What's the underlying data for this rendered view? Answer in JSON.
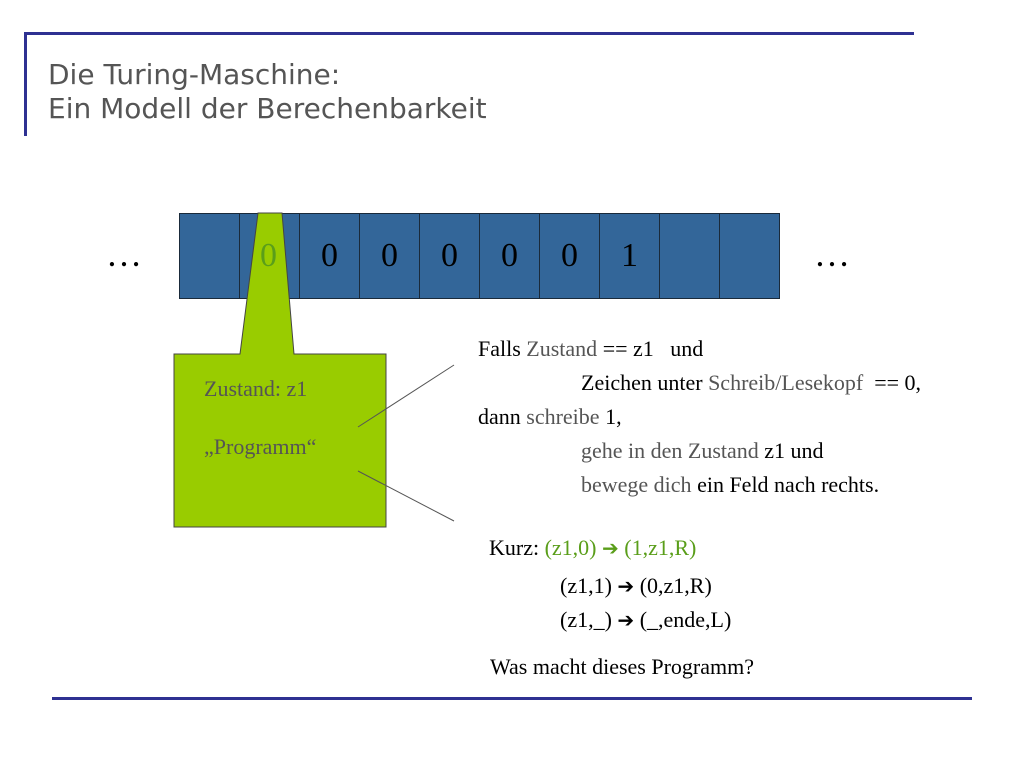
{
  "title": {
    "line1": "Die Turing-Maschine:",
    "line2": "Ein Modell der Berechenbarkeit"
  },
  "tape": {
    "left_dots": "…",
    "right_dots": "…",
    "cells": [
      "",
      "0",
      "0",
      "0",
      "0",
      "0",
      "0",
      "1",
      "",
      ""
    ],
    "head_position": 1
  },
  "head_box": {
    "state": "Zustand: z1",
    "program": "„Programm“"
  },
  "rule_text": {
    "l1_a": "Falls ",
    "l1_b": "Zustand",
    "l1_c": " == z1   und",
    "l2_a": "Zeichen unter ",
    "l2_b": "Schreib/Lesekopf",
    "l2_c": "  == 0,",
    "l3_a": "dann ",
    "l3_b": "schreibe",
    "l3_c": " 1,",
    "l4_a": "gehe in den Zustand",
    "l4_b": " z1 und",
    "l5_a": "bewege dich",
    "l5_b": " ein Feld nach rechts."
  },
  "short": {
    "label": "Kurz: ",
    "r1_left": "(z1,0) ",
    "r1_right": " (1,z1,R)",
    "r2_left": "(z1,1) ",
    "r2_right": " (0,z1,R)",
    "r3_left": "(z1,_) ",
    "r3_right": " (_,ende,L)",
    "arrow": "➔"
  },
  "question": "Was macht dieses Programm?",
  "colors": {
    "tape_cell": "#336699",
    "head_fill": "#99cc00",
    "highlight_green": "#5a9e1a",
    "rule_blue": "#2e3192"
  }
}
